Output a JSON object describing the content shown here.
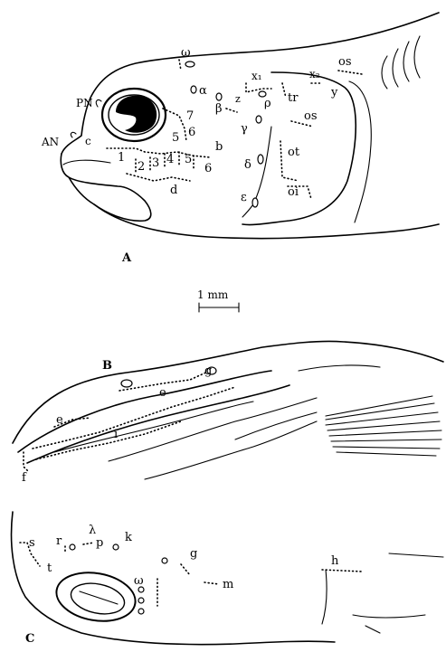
{
  "figure": {
    "panels": [
      {
        "id": "A",
        "label": "A"
      },
      {
        "id": "B",
        "label": "B"
      },
      {
        "id": "C",
        "label": "C"
      }
    ],
    "scale_bar": "1 mm",
    "panel_a_labels": {
      "pn": "PN",
      "an": "AN",
      "omega": "ω",
      "alpha": "α",
      "beta": "β",
      "n7": "7",
      "n6a": "6",
      "n5a": "5",
      "c": "c",
      "n1": "1",
      "n2": "2",
      "n3": "3",
      "n4": "4",
      "n5b": "5",
      "n6b": "6",
      "b": "b",
      "d": "d",
      "z": "z",
      "x1": "x₁",
      "rho": "ρ",
      "tr": "tr",
      "x2": "x₂",
      "y": "y",
      "os_top": "os",
      "os_mid": "os",
      "ot": "ot",
      "oi": "oi",
      "gamma": "γ",
      "delta": "δ",
      "epsilon": "ε"
    },
    "panel_b_labels": {
      "e1": "e",
      "e2": "e",
      "g": "g",
      "i": "i",
      "f": "f"
    },
    "panel_c_labels": {
      "s": "s",
      "r": "r",
      "lambda": "λ",
      "p": "p",
      "k": "k",
      "t": "t",
      "g": "g",
      "omega": "ω",
      "m": "m",
      "h": "h"
    }
  }
}
